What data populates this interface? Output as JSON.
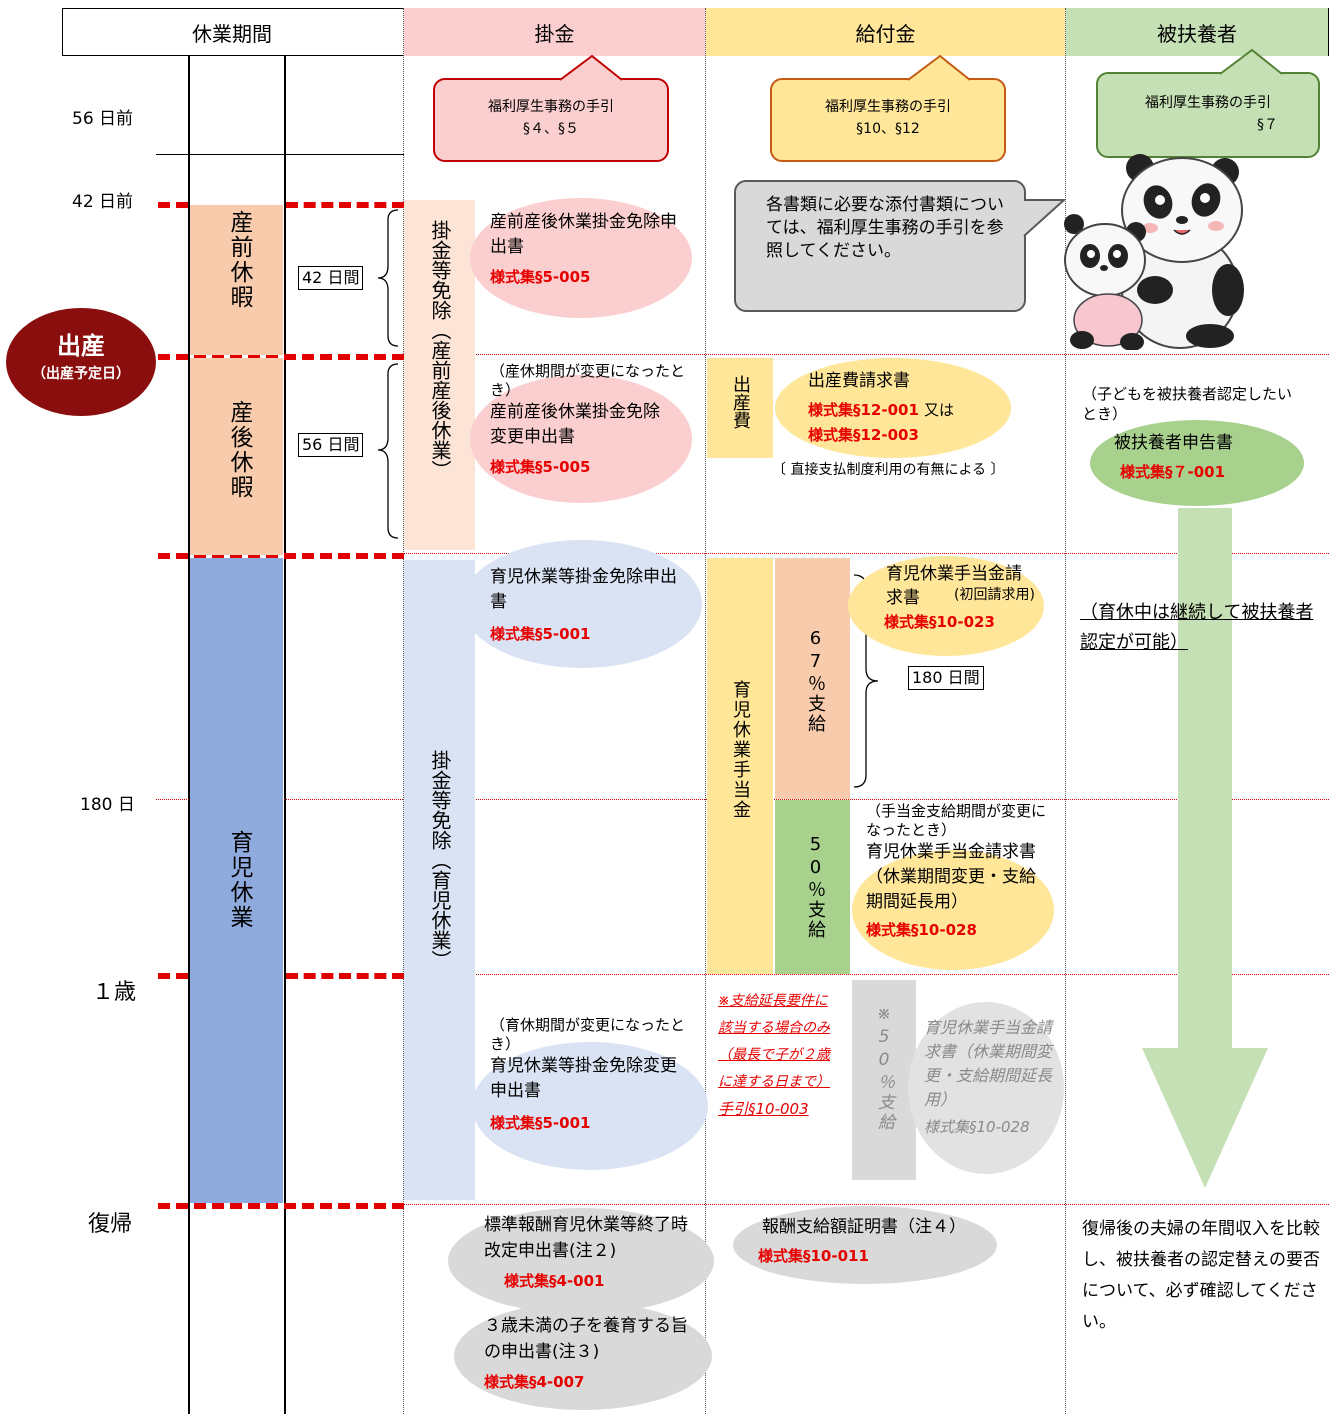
{
  "headers": {
    "period": "休業期間",
    "kakekin": "掛金",
    "kyufukin": "給付金",
    "hifuyosha": "被扶養者"
  },
  "timeline": {
    "t56": "56 日前",
    "t42": "42 日前",
    "t180": "180 日",
    "one_year": "１歳",
    "fukki": "復帰"
  },
  "period": {
    "sanzen": "産前休暇",
    "sango": "産後休暇",
    "ikuji": "育児休業",
    "days42": "42 日間",
    "days56": "56 日間",
    "birth": "出産",
    "birth_sub": "（出産予定日）"
  },
  "callouts": {
    "kakekin_title": "福利厚生事務の手引",
    "kakekin_sections": "§４、§５",
    "kyufu_title": "福利厚生事務の手引",
    "kyufu_sections": "§10、§12",
    "fuyo_title": "福利厚生事務の手引",
    "fuyo_sections": "§７",
    "attachments_note": "各書類に必要な添付書類については、福利厚生事務の手引を参照してください。"
  },
  "kakekin": {
    "bar1": "掛金等免除（産前産後休業）",
    "bar2": "掛金等免除（育児休業）",
    "doc1_title": "産前産後休業掛金免除申出書",
    "doc1_form": "様式集§5-005",
    "doc2_cond": "（産休期間が変更になったとき）",
    "doc2_title": "産前産後休業掛金免除変更申出書",
    "doc2_form": "様式集§5-005",
    "doc3_title": "育児休業等掛金免除申出書",
    "doc3_form": "様式集§5-001",
    "doc4_cond": "（育休期間が変更になったとき）",
    "doc4_title": "育児休業等掛金免除変更申出書",
    "doc4_form": "様式集§5-001",
    "doc5_title": "標準報酬育児休業等終了時改定申出書(注２)",
    "doc5_form": "様式集§4-001",
    "doc6_title": "３歳未満の子を養育する旨の申出書(注３)",
    "doc6_form": "様式集§4-007"
  },
  "kyufu": {
    "shussanhi": "出産費",
    "shussan_title": "出産費請求書",
    "shussan_form1": "様式集§12-001",
    "shussan_or": "又は",
    "shussan_form2": "様式集§12-003",
    "shussan_note": "〔 直接支払制度利用の有無による 〕",
    "teate_bar": "育児休業手当金",
    "pct67": "67％支給",
    "pct50": "50％支給",
    "days180": "180 日間",
    "doc1_title": "育児休業手当金請求書",
    "doc1_sub": "(初回請求用)",
    "doc1_form": "様式集§10-023",
    "doc2_cond": "（手当金支給期間が変更になったとき）",
    "doc2_title": "育児休業手当金請求書（休業期間変更・支給期間延長用）",
    "doc2_form": "様式集§10-028",
    "ext_note1": "※支給延長要件に",
    "ext_note2": "該当する場合のみ",
    "ext_note3": "（最長で子が２歳",
    "ext_note4": "に達する日まで）",
    "ext_note5": "手引§10-003",
    "ext_pct": "※50％支給",
    "ext_doc": "育児休業手当金請求書（休業期間変更・支給期間延長用）",
    "ext_form": "様式集§10-028",
    "hoshu_title": "報酬支給額証明書（注４）",
    "hoshu_form": "様式集§10-011"
  },
  "fuyo": {
    "cond": "（子どもを被扶養者認定したいとき）",
    "doc_title": "被扶養者申告書",
    "doc_form": "様式集§７-001",
    "continue_note": "（育休中は継続して被扶養者認定が可能）",
    "return_note": "復帰後の夫婦の年間収入を比較し、被扶養者の認定替えの要否について、必ず確認してください。"
  },
  "colors": {
    "kakekin_header": "#fbcfd0",
    "kyufu_header": "#ffe699",
    "fuyo_header": "#c5e0b4",
    "sankyu": "#f8cbad",
    "ikuji": "#8faadc",
    "pink_ellipse": "#fbcfd0",
    "blue_ellipse": "#dae3f3",
    "yellow_ellipse": "#ffe699",
    "green_ellipse": "#c5e0b4",
    "gray": "#d9d9d9",
    "birth": "#8b0e0e",
    "red_text": "#e60000"
  }
}
